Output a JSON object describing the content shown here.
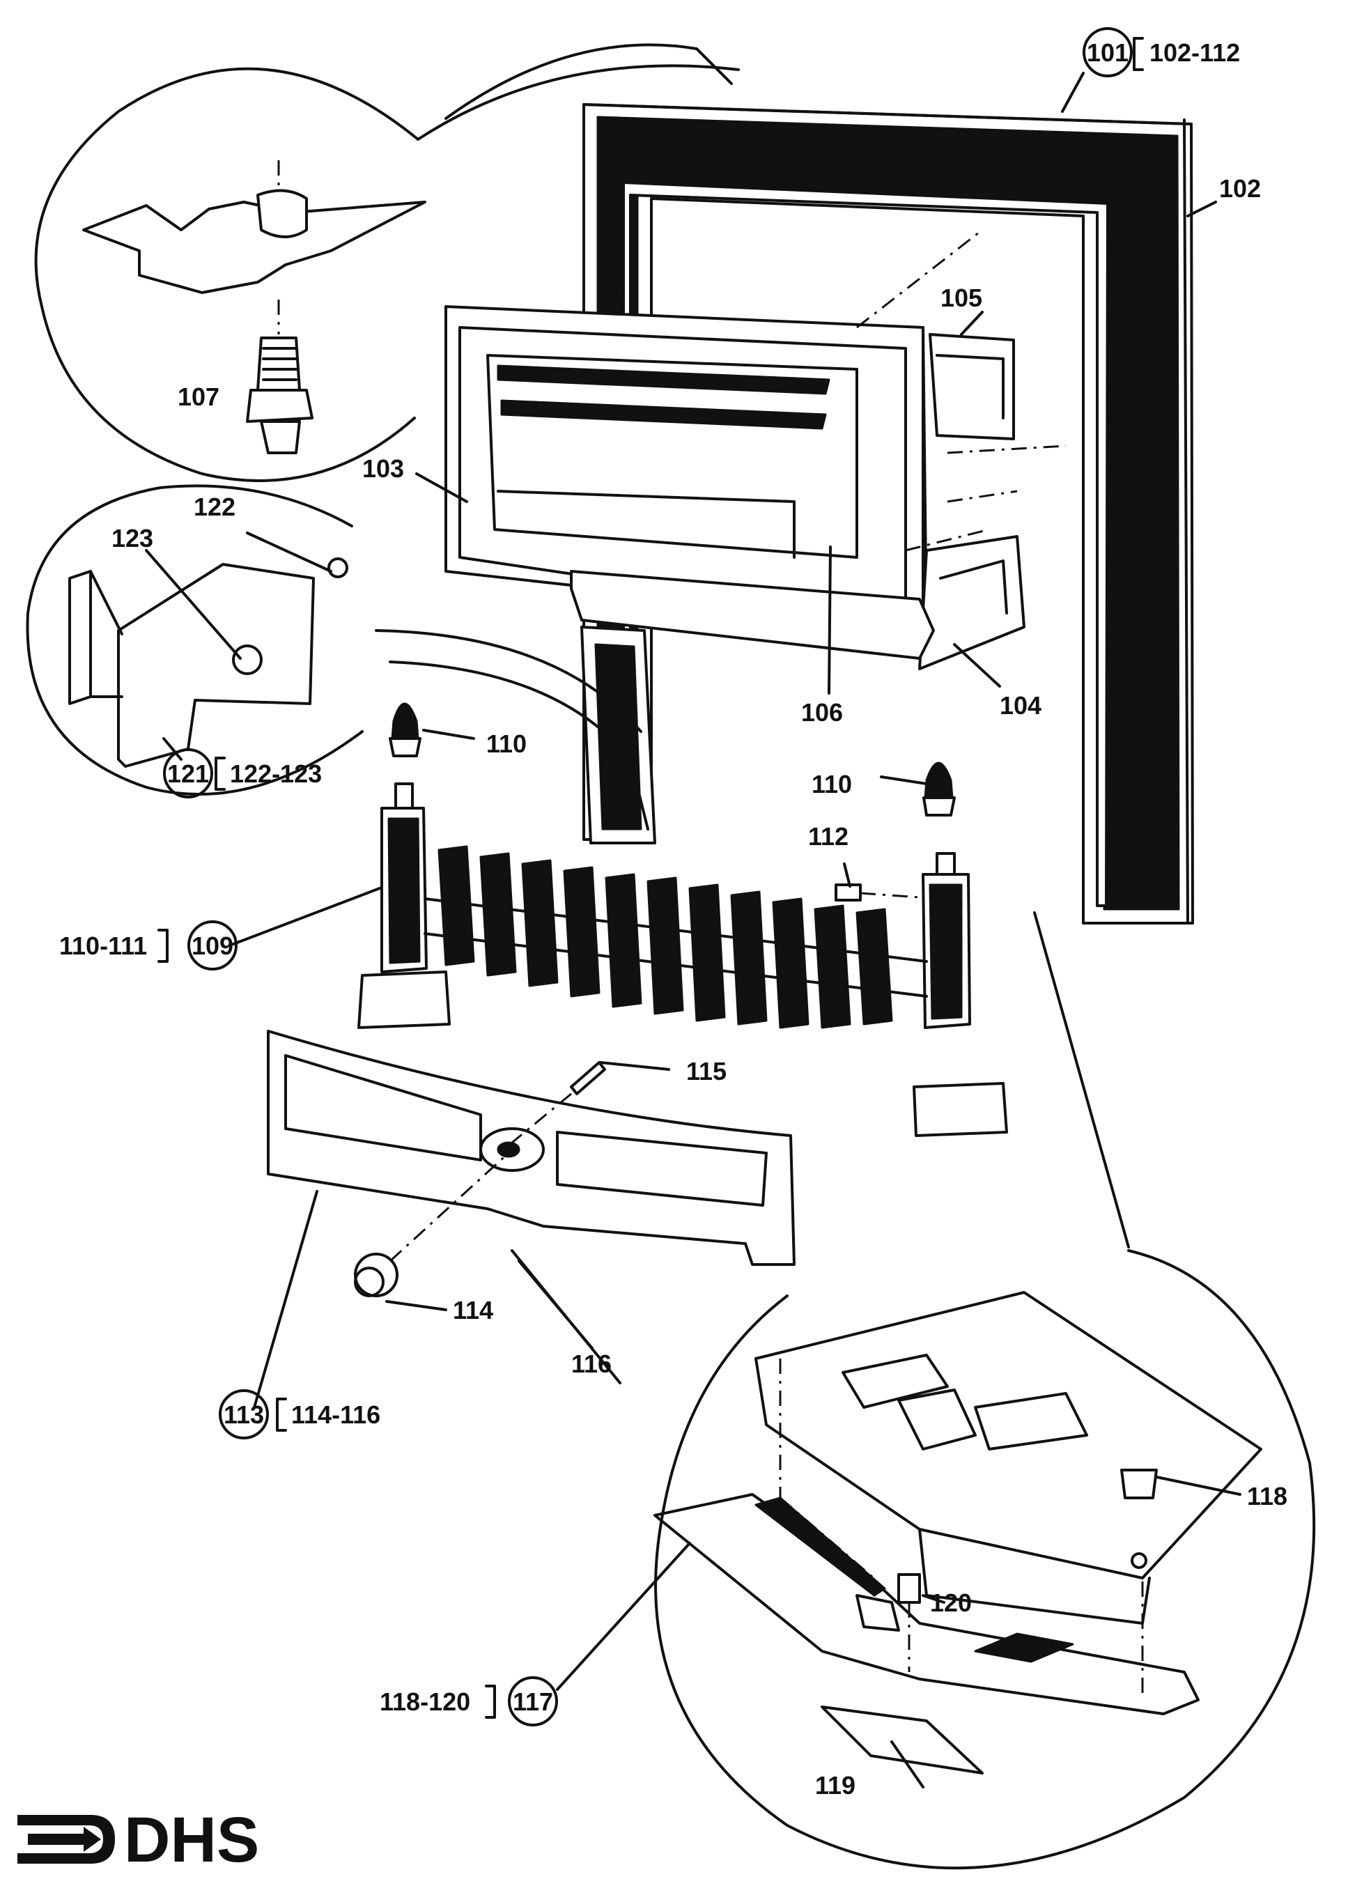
{
  "labels": {
    "l101": "101",
    "l102_112": "102-112",
    "l102": "102",
    "l103": "103",
    "l104": "104",
    "l105": "105",
    "l106": "106",
    "l107": "107",
    "l109": "109",
    "l110_111": "110-111",
    "l110a": "110",
    "l110b": "110",
    "l112": "112",
    "l113": "113",
    "l114_116": "114-116",
    "l114": "114",
    "l115": "115",
    "l116": "116",
    "l117": "117",
    "l118_120": "118-120",
    "l118": "118",
    "l119": "119",
    "l120": "120",
    "l121": "121",
    "l122_123": "122-123",
    "l122": "122",
    "l123": "123"
  },
  "logo": {
    "text": "DHS",
    "icon": "arrow-logo-icon"
  }
}
